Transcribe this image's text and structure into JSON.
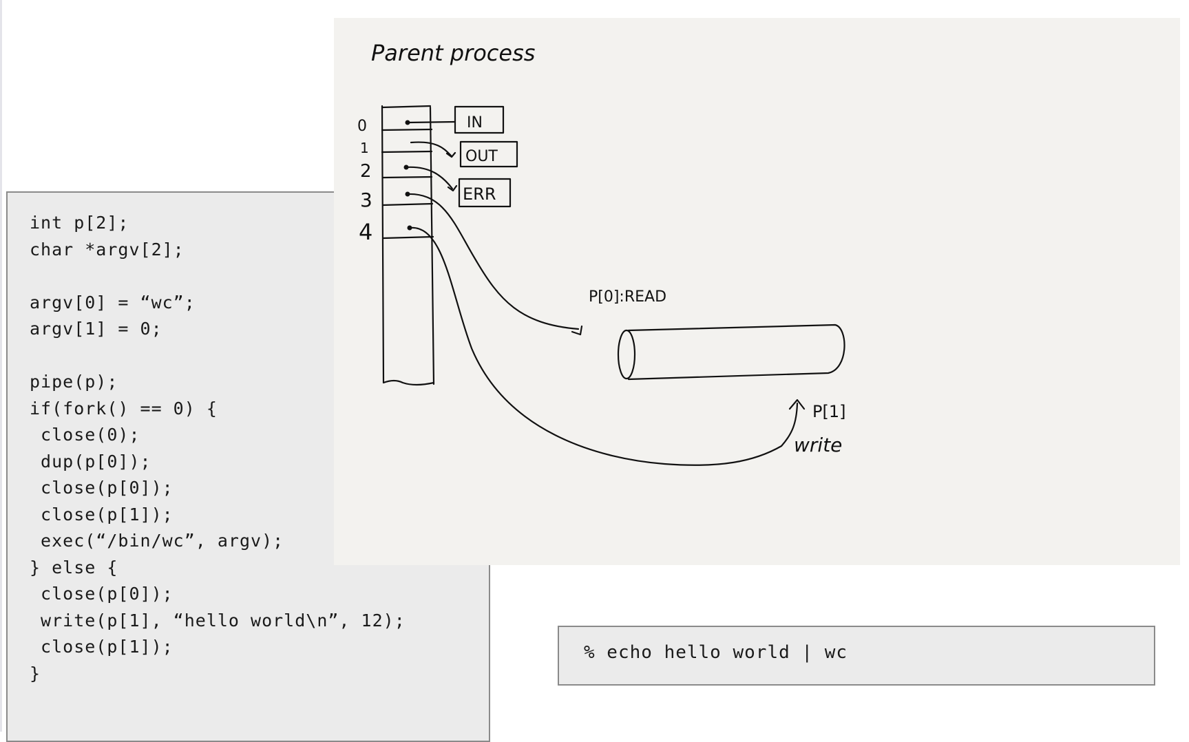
{
  "code": {
    "lines": [
      "int p[2];",
      "char *argv[2];",
      "",
      "argv[0] = “wc”;",
      "argv[1] = 0;",
      "",
      "pipe(p);",
      "if(fork() == 0) {",
      " close(0);",
      " dup(p[0]);",
      " close(p[0]);",
      " close(p[1]);",
      " exec(“/bin/wc”, argv);",
      "} else {",
      " close(p[0]);",
      " write(p[1], “hello world\\n”, 12);",
      " close(p[1]);",
      "}"
    ]
  },
  "diagram": {
    "title": "Parent process",
    "fd_numbers": [
      "0",
      "1",
      "2",
      "3",
      "4"
    ],
    "streams": [
      "IN",
      "OUT",
      "ERR"
    ],
    "read_label": "P[0]:READ",
    "write_index_label": "P[1]",
    "write_label": "write"
  },
  "shell": {
    "command": "% echo hello world | wc"
  }
}
